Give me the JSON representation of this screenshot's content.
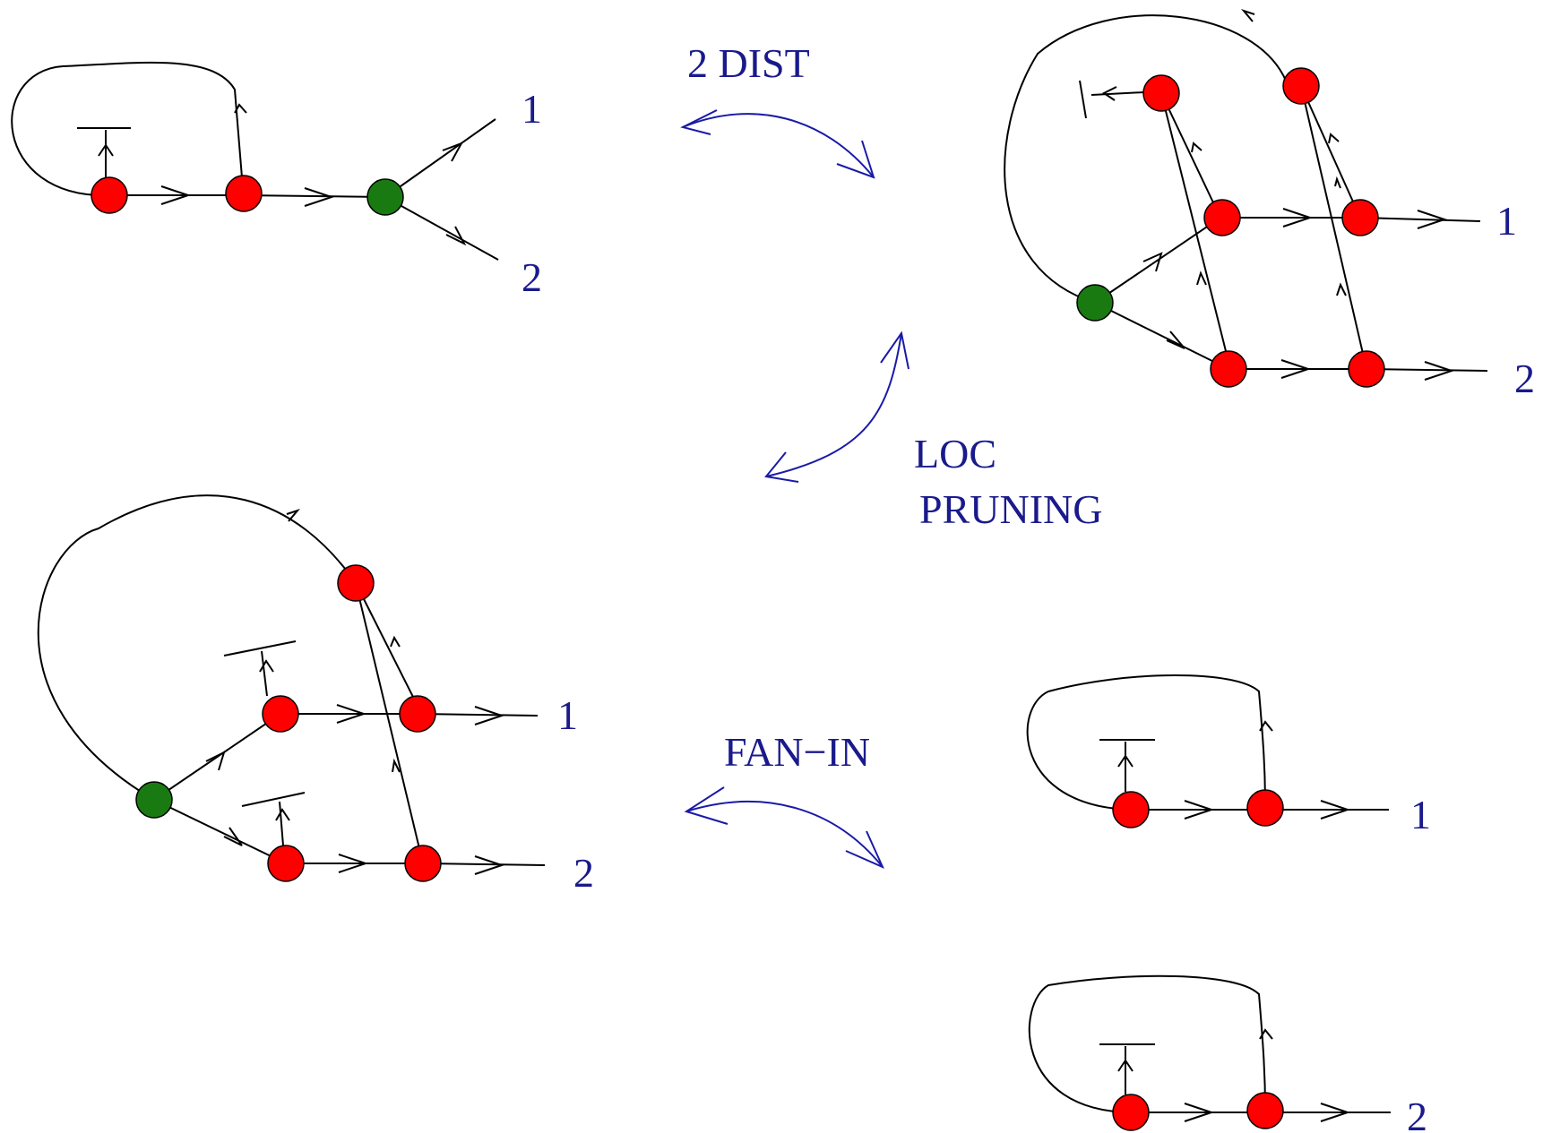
{
  "labels": {
    "dist": "2 DIST",
    "loc": "LOC",
    "pruning": "PRUNING",
    "fanin": "FAN−IN",
    "one": "1",
    "two": "2"
  },
  "colors": {
    "node_red": "#ff0000",
    "node_green": "#1a7a12",
    "edge": "#000000",
    "label": "#1a1a8c",
    "transform_arrow": "#1a1aa8"
  }
}
